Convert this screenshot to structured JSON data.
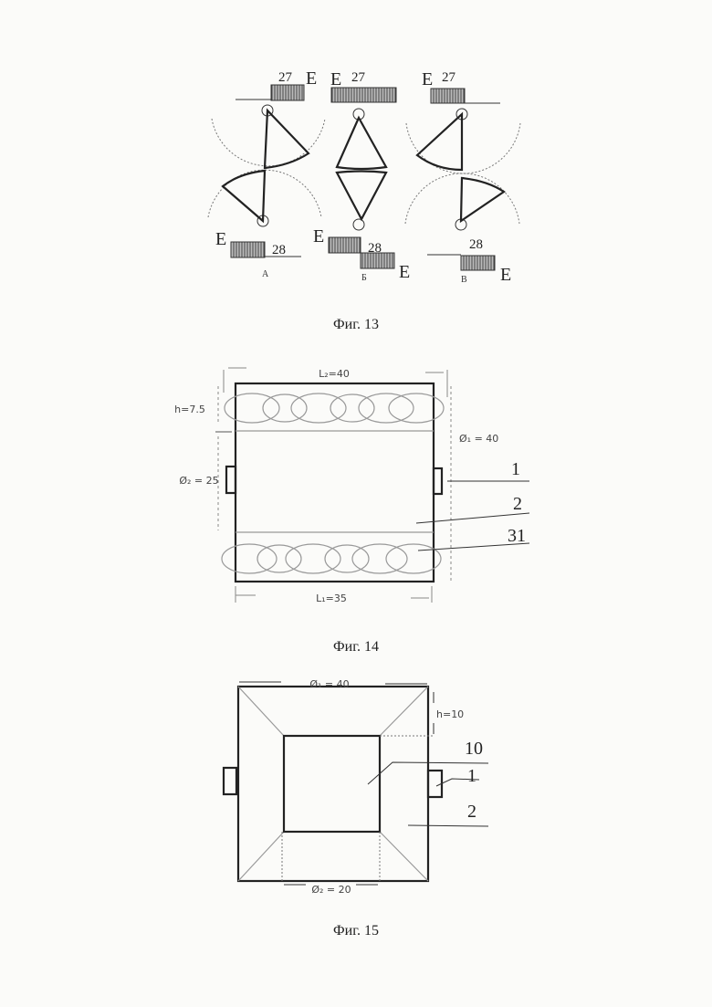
{
  "fig13": {
    "caption": "Фиг. 13",
    "panels": [
      {
        "letter": "А",
        "top_num": "27",
        "top_e": "E",
        "bot_num": "28",
        "bot_e": "E"
      },
      {
        "letter": "Б",
        "top_num": "27",
        "top_e": "E",
        "bot_num": "28",
        "bot_e": "E",
        "bot_e2": "E"
      },
      {
        "letter": "В",
        "top_num": "27",
        "top_e": "E",
        "bot_num": "28",
        "bot_e": "E"
      }
    ]
  },
  "fig14": {
    "caption": "Фиг. 14",
    "l2": "L₂=40",
    "h": "h=7.5",
    "d1": "Ø₁ = 40",
    "d2": "Ø₂ = 25",
    "l1": "L₁=35",
    "refs": [
      "1",
      "2",
      "31"
    ]
  },
  "fig15": {
    "caption": "Фиг. 15",
    "d1": "Ø₁ = 40",
    "h": "h=10",
    "d2": "Ø₂ = 20",
    "refs": [
      "10",
      "1",
      "2"
    ]
  }
}
